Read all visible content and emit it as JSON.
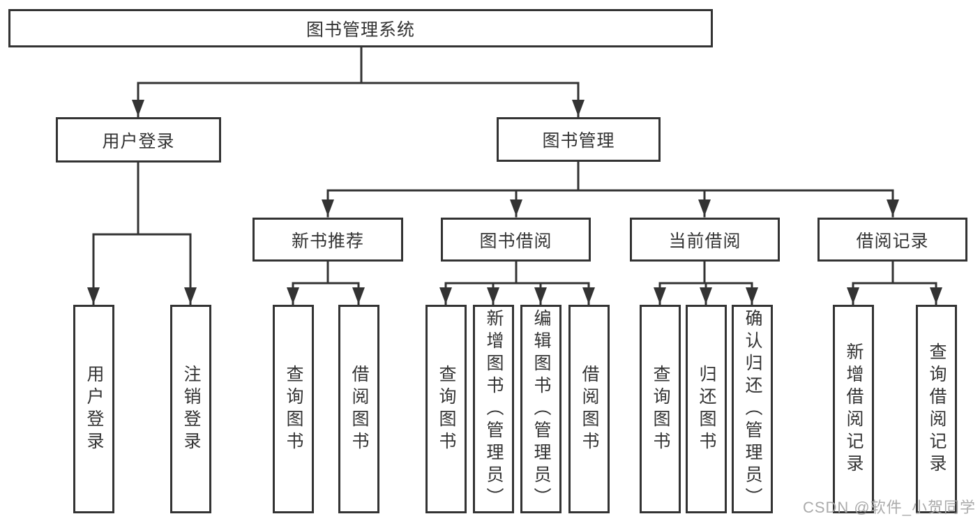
{
  "colors": {
    "line": "#333333",
    "text": "#333333",
    "box_background": "#ffffff",
    "watermark": "#a6a6a6"
  },
  "watermark": "CSDN @软件_小贺同学",
  "root": {
    "label": "图书管理系统"
  },
  "branches": [
    {
      "label": "用户登录",
      "leaves": [
        {
          "label": "用户登录"
        },
        {
          "label": "注销登录"
        }
      ]
    },
    {
      "label": "图书管理",
      "groups": [
        {
          "label": "新书推荐",
          "leaves": [
            {
              "label": "查询图书"
            },
            {
              "label": "借阅图书"
            }
          ]
        },
        {
          "label": "图书借阅",
          "leaves": [
            {
              "label": "查询图书"
            },
            {
              "label": "新增图书（管理员）"
            },
            {
              "label": "编辑图书（管理员）"
            },
            {
              "label": "借阅图书"
            }
          ]
        },
        {
          "label": "当前借阅",
          "leaves": [
            {
              "label": "查询图书"
            },
            {
              "label": "归还图书"
            },
            {
              "label": "确认归还（管理员）"
            }
          ]
        },
        {
          "label": "借阅记录",
          "leaves": [
            {
              "label": "新增借阅记录"
            },
            {
              "label": "查询借阅记录"
            }
          ]
        }
      ]
    }
  ]
}
